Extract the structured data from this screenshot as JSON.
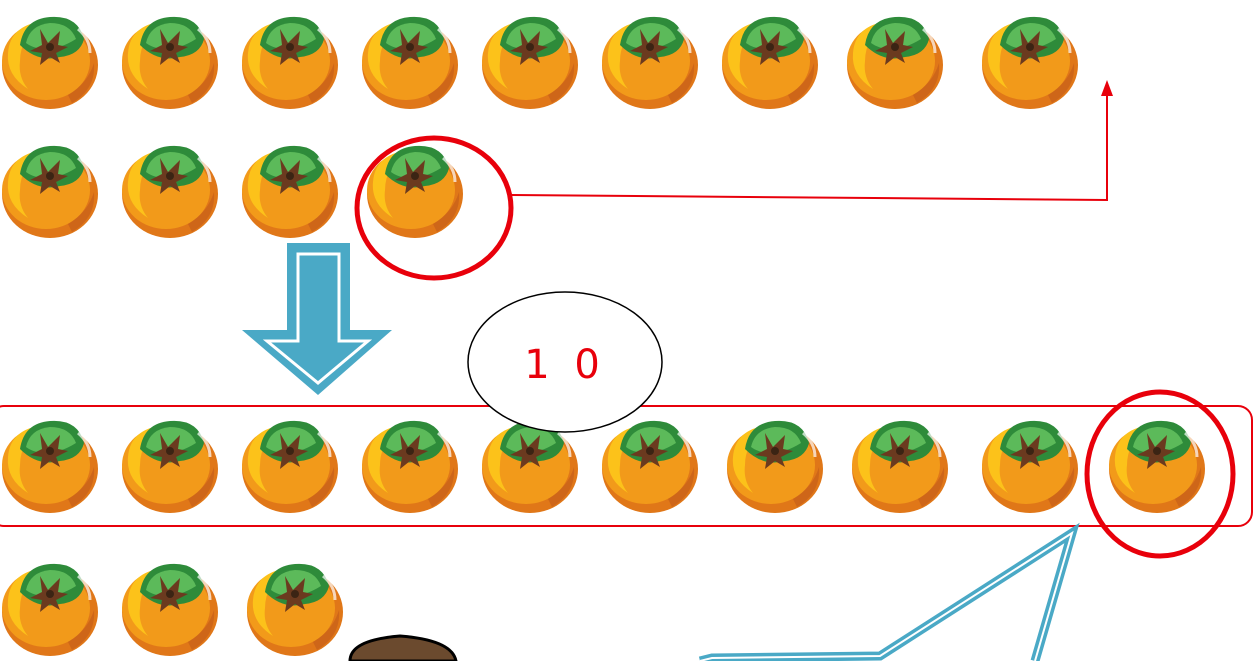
{
  "scene": {
    "bubble_label": "1 0",
    "colors": {
      "accent_red": "#e8000b",
      "arrow_blue": "#4aa9c6",
      "arrow_blue_inner": "#ffffff",
      "persimmon_orange": "#f29a1a",
      "persimmon_dark": "#e07718",
      "persimmon_yellow": "#fcc21a",
      "leaf_green": "#2e8b3a",
      "leaf_light": "#5cba5a",
      "calyx_brown": "#6b3a1f",
      "head_brown": "#3b2414"
    },
    "rows": [
      {
        "name": "row-top",
        "count": 9
      },
      {
        "name": "row-second",
        "count": 4,
        "circled_index": 3
      },
      {
        "name": "row-grouped",
        "count": 10,
        "circled_index": 9
      },
      {
        "name": "row-bottom",
        "count": 3
      }
    ],
    "icons": [
      "persimmon-icon",
      "down-arrow-icon",
      "connector-arrow-icon",
      "speech-bubble-callout"
    ]
  }
}
